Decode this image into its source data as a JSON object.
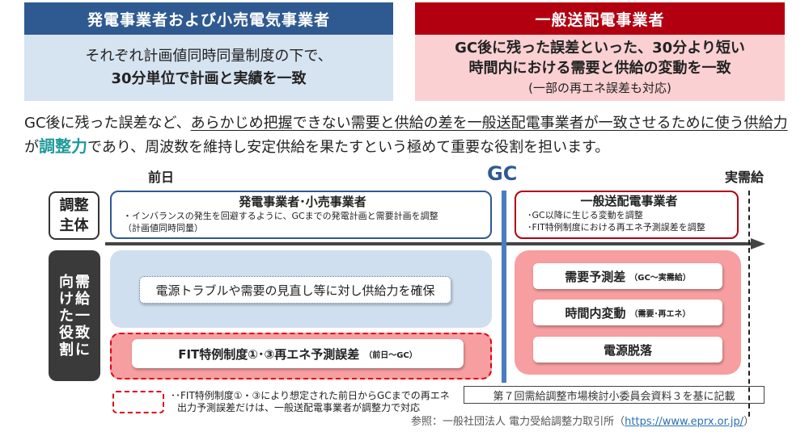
{
  "top_panels": {
    "left": {
      "title": "発電事業者および小売電気事業者",
      "lines": [
        "それぞれ計画値同時同量制度の下で、",
        "30分単位で計画と実績を一致"
      ],
      "header_color": "#2f5a91",
      "body_color": "#d6e3f1"
    },
    "right": {
      "title": "一般送配電事業者",
      "lines": [
        "GC後に残った誤差といった、30分より短い",
        "時間内における需要と供給の変動を一致",
        "(一部の再エネ誤差も対応)"
      ],
      "header_color": "#b30010",
      "body_color": "#fbd0d2"
    }
  },
  "statement": {
    "part1": "GC後に残った誤差など、",
    "part2_underlined": "あらかじめ把握できない需要と供給の差を一般送配電事業者が一致させるため",
    "part3_underlined": "に使う供給力",
    "part4": "が",
    "highlight": "調整力",
    "part5": "であり、周波数を維持し安定供給を果たすという極めて重要な役割を担います。",
    "highlight_color": "#1e9a9a"
  },
  "timeline": {
    "day_before": "前日",
    "gc": "GC",
    "actual": "実需給"
  },
  "row_labels": {
    "adjuster": [
      "調整",
      "主体"
    ],
    "role_col1": [
      "需",
      "給",
      "一",
      "致",
      "に"
    ],
    "role_col2": [
      "向",
      "け",
      "た",
      "役",
      "割"
    ]
  },
  "actors": {
    "left": {
      "title": "発電事業者･小売事業者",
      "lines": [
        "・インバランスの発生を回避するように、GCまでの発電計画と需要計画を調整",
        "（計画値同時同量）"
      ]
    },
    "right": {
      "title": "一般送配電事業者",
      "lines": [
        "･GC以降に生じる変動を調整",
        "･FIT特例制度における再エネ予測誤差を調整"
      ]
    }
  },
  "roles": {
    "supply_secure": "電源トラブルや需要の見直し等に対し供給力を確保",
    "fit_error": {
      "main": "FIT特例制度①･③再エネ予測誤差",
      "sub": "（前日～GC）"
    },
    "tso_items": [
      {
        "main": "需要予測差",
        "sub": "（GC～実需給）"
      },
      {
        "main": "時間内変動",
        "sub": "（需要･再エネ）"
      },
      {
        "main": "電源脱落",
        "sub": ""
      }
    ]
  },
  "legend": {
    "lines": [
      "･･FIT特例制度①・③により想定された前日からGCまでの再エネ",
      "出力予測誤差だけは、一般送配電事業者が調整力で対応"
    ]
  },
  "source_note": "第７回需給調整市場検討小委員会資料３を基に記載",
  "reference": {
    "prefix": "参照：一般社団法人 電力受給調整力取引所（",
    "link": "https://www.eprx.or.jp/",
    "suffix": "）"
  }
}
